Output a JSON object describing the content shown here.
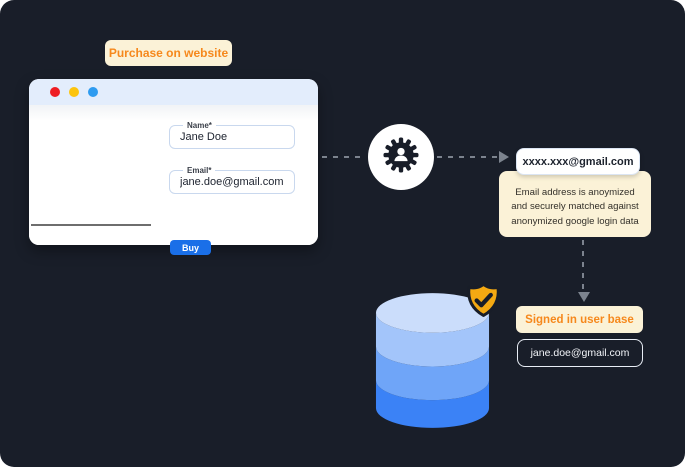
{
  "badges": {
    "purchase": "Purchase on website",
    "signed_in": "Signed in user base"
  },
  "browser": {
    "window_controls": [
      "close-dot-red",
      "minimize-dot-yellow",
      "maximize-dot-blue"
    ],
    "form": {
      "name_label": "Name*",
      "name_value": "Jane Doe",
      "email_label": "Email*",
      "email_value": "jane.doe@gmail.com",
      "buy_label": "Buy"
    }
  },
  "flow": {
    "anonymized_email": "xxxx.xxx@gmail.com",
    "note_lines": [
      "Email address is anoymized",
      "and securely matched against",
      "anonymized google login data"
    ],
    "matched_email": "jane.doe@gmail.com"
  },
  "icons": {
    "gear": "gear-user-icon",
    "shield": "shield-check-icon",
    "database": "database-icon"
  },
  "colors": {
    "background": "#191E29",
    "accent_orange": "#F6881C",
    "label_cream": "#FBF2D7",
    "buy_blue": "#1A6FE8",
    "browser_header_blue": "#E3EDFC",
    "dot_red": "#EE1D23",
    "dot_yellow": "#FCC40D",
    "dot_blue": "#2E9BF0",
    "connector_gray": "#7C838E",
    "shield_amber": "#F4A912",
    "db_blue_top": "#CBDDFB",
    "db_blue_band1": "#A3C5FA",
    "db_blue_band2": "#6FA5F8",
    "db_blue_band3": "#3B82F6"
  }
}
